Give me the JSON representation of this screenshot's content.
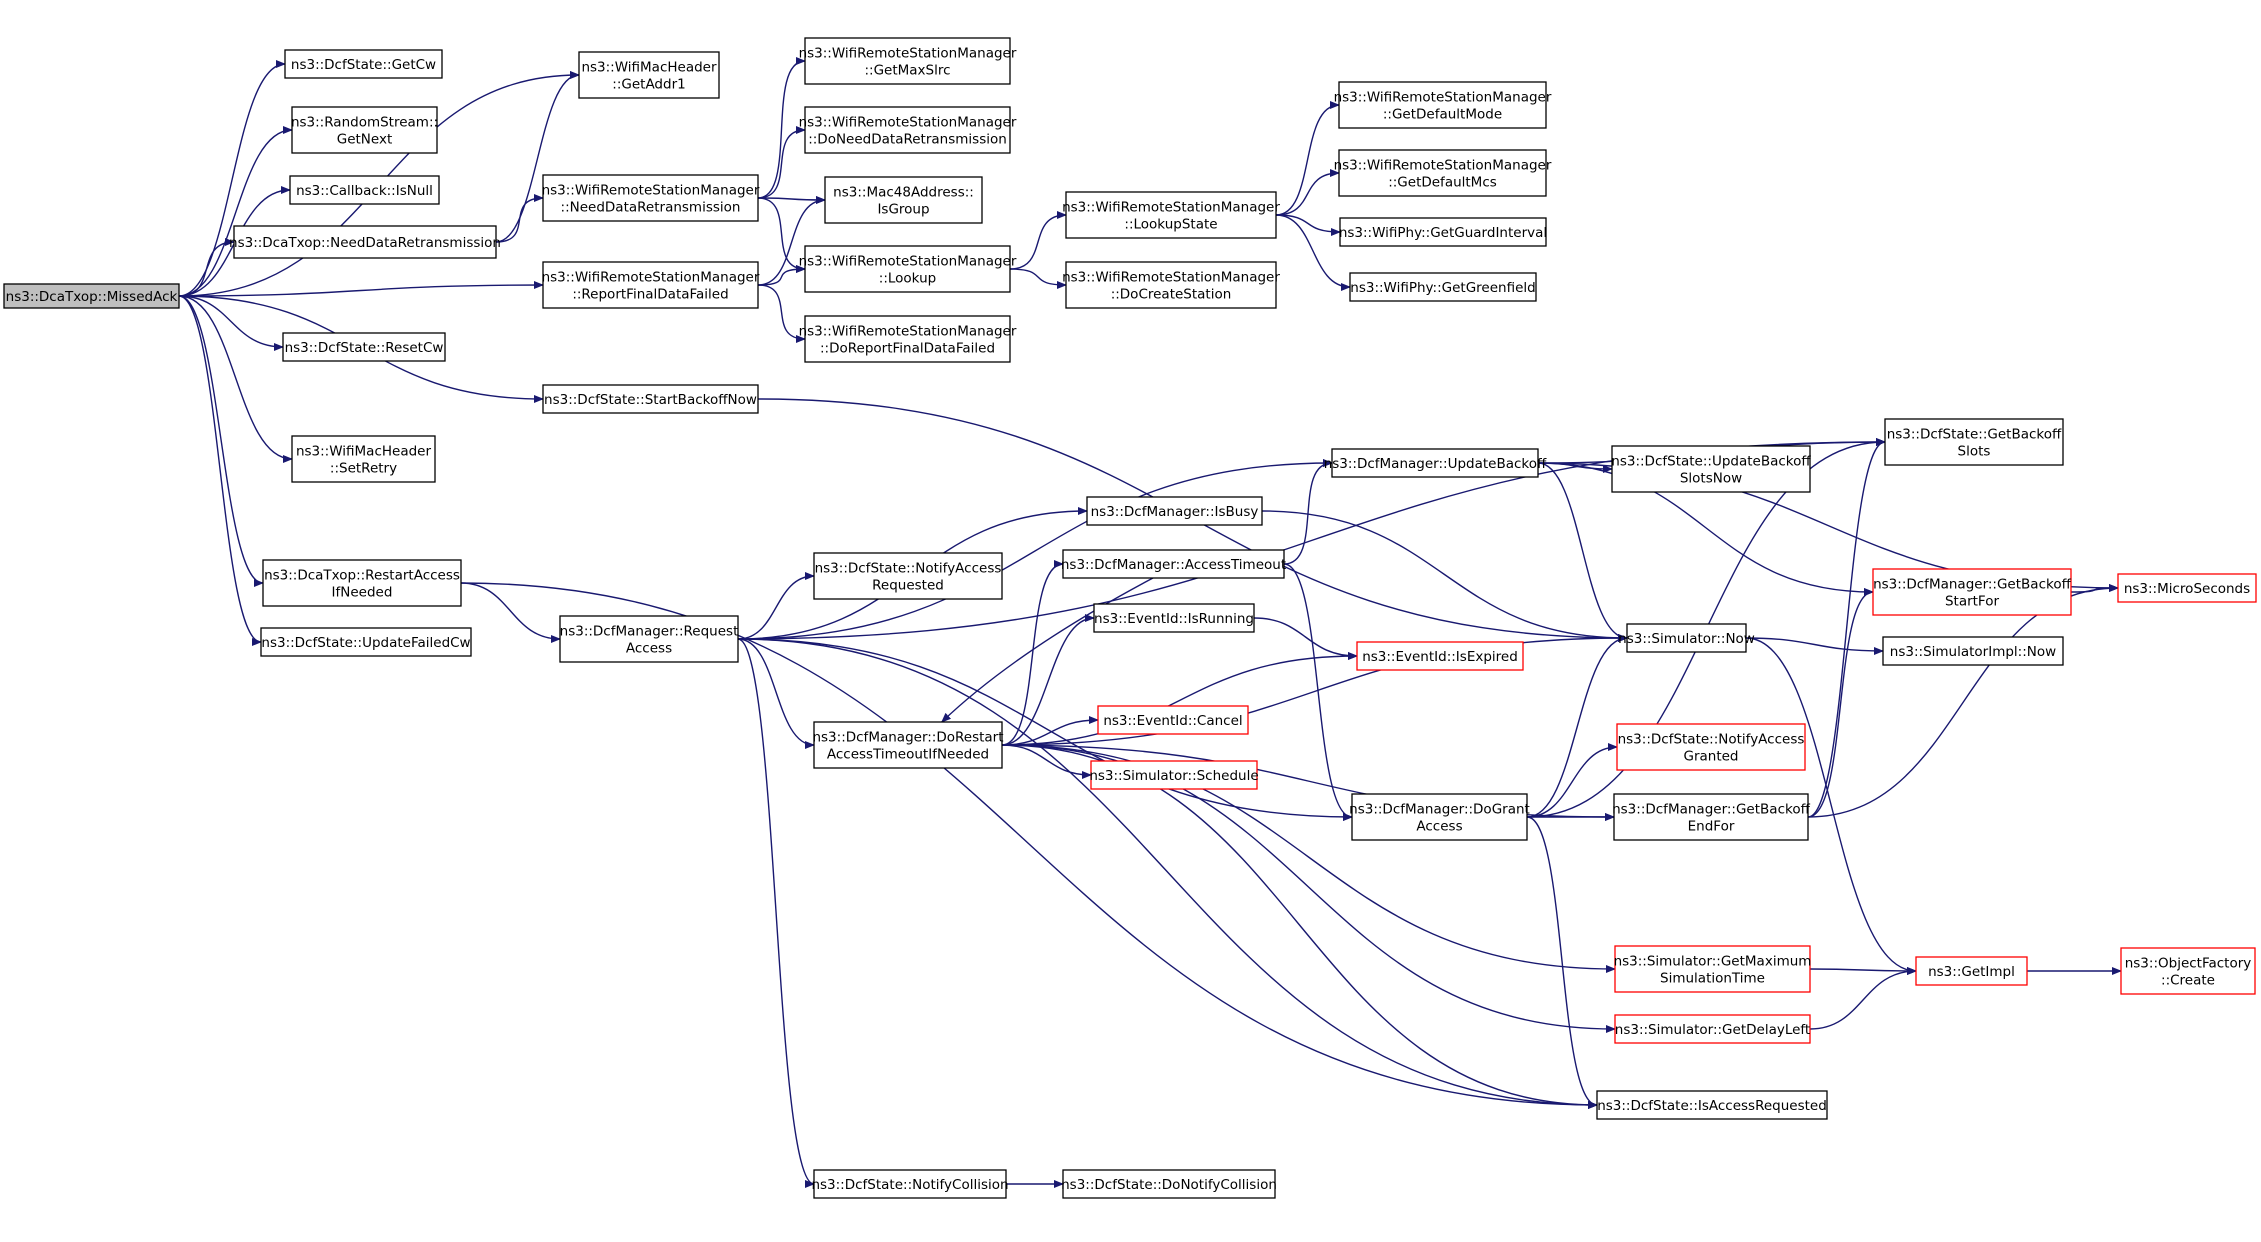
{
  "colors": {
    "edge": "#191970",
    "node_border": "#000000",
    "external_border": "#ff0000",
    "root_fill": "#bfbfbf"
  },
  "nodes": [
    {
      "id": "missedack",
      "lines": [
        "ns3::DcaTxop::MissedAck"
      ],
      "kind": "root"
    },
    {
      "id": "getcw",
      "lines": [
        "ns3::DcfState::GetCw"
      ]
    },
    {
      "id": "getnext",
      "lines": [
        "ns3::RandomStream::",
        "GetNext"
      ]
    },
    {
      "id": "isnull",
      "lines": [
        "ns3::Callback::IsNull"
      ]
    },
    {
      "id": "needdataretx",
      "lines": [
        "ns3::DcaTxop::NeedDataRetransmission"
      ]
    },
    {
      "id": "resetcw",
      "lines": [
        "ns3::DcfState::ResetCw"
      ]
    },
    {
      "id": "setretry",
      "lines": [
        "ns3::WifiMacHeader",
        "::SetRetry"
      ]
    },
    {
      "id": "restartaccess",
      "lines": [
        "ns3::DcaTxop::RestartAccess",
        "IfNeeded"
      ]
    },
    {
      "id": "updatefailedcw",
      "lines": [
        "ns3::DcfState::UpdateFailedCw"
      ]
    },
    {
      "id": "getaddr1",
      "lines": [
        "ns3::WifiMacHeader",
        "::GetAddr1"
      ]
    },
    {
      "id": "wrsm_needdataretx",
      "lines": [
        "ns3::WifiRemoteStationManager",
        "::NeedDataRetransmission"
      ]
    },
    {
      "id": "wrsm_reportfinal",
      "lines": [
        "ns3::WifiRemoteStationManager",
        "::ReportFinalDataFailed"
      ]
    },
    {
      "id": "startbackoffnow",
      "lines": [
        "ns3::DcfState::StartBackoffNow"
      ]
    },
    {
      "id": "dcfm_requestaccess",
      "lines": [
        "ns3::DcfManager::Request",
        "Access"
      ]
    },
    {
      "id": "getmaxslrc",
      "lines": [
        "ns3::WifiRemoteStationManager",
        "::GetMaxSlrc"
      ]
    },
    {
      "id": "doneeddataretx",
      "lines": [
        "ns3::WifiRemoteStationManager",
        "::DoNeedDataRetransmission"
      ]
    },
    {
      "id": "isgroup",
      "lines": [
        "ns3::Mac48Address::",
        "IsGroup"
      ]
    },
    {
      "id": "lookup",
      "lines": [
        "ns3::WifiRemoteStationManager",
        "::Lookup"
      ]
    },
    {
      "id": "doreportfinal",
      "lines": [
        "ns3::WifiRemoteStationManager",
        "::DoReportFinalDataFailed"
      ]
    },
    {
      "id": "notifyaccessreq",
      "lines": [
        "ns3::DcfState::NotifyAccess",
        "Requested"
      ]
    },
    {
      "id": "dorestart",
      "lines": [
        "ns3::DcfManager::DoRestart",
        "AccessTimeoutIfNeeded"
      ]
    },
    {
      "id": "notifycollision",
      "lines": [
        "ns3::DcfState::NotifyCollision"
      ]
    },
    {
      "id": "lookupstate",
      "lines": [
        "ns3::WifiRemoteStationManager",
        "::LookupState"
      ]
    },
    {
      "id": "docreatestation",
      "lines": [
        "ns3::WifiRemoteStationManager",
        "::DoCreateStation"
      ]
    },
    {
      "id": "getdefaultmode",
      "lines": [
        "ns3::WifiRemoteStationManager",
        "::GetDefaultMode"
      ]
    },
    {
      "id": "getdefaultmcs",
      "lines": [
        "ns3::WifiRemoteStationManager",
        "::GetDefaultMcs"
      ]
    },
    {
      "id": "getguardinterval",
      "lines": [
        "ns3::WifiPhy::GetGuardInterval"
      ]
    },
    {
      "id": "getgreenfield",
      "lines": [
        "ns3::WifiPhy::GetGreenfield"
      ]
    },
    {
      "id": "updatebackoff",
      "lines": [
        "ns3::DcfManager::UpdateBackoff"
      ]
    },
    {
      "id": "isbusy",
      "lines": [
        "ns3::DcfManager::IsBusy"
      ]
    },
    {
      "id": "accesstimeout",
      "lines": [
        "ns3::DcfManager::AccessTimeout"
      ]
    },
    {
      "id": "isrunning",
      "lines": [
        "ns3::EventId::IsRunning"
      ]
    },
    {
      "id": "cancel",
      "lines": [
        "ns3::EventId::Cancel"
      ],
      "kind": "external"
    },
    {
      "id": "schedule",
      "lines": [
        "ns3::Simulator::Schedule"
      ],
      "kind": "external"
    },
    {
      "id": "dogrant",
      "lines": [
        "ns3::DcfManager::DoGrant",
        "Access"
      ]
    },
    {
      "id": "donotifycollision",
      "lines": [
        "ns3::DcfState::DoNotifyCollision"
      ]
    },
    {
      "id": "isexpired",
      "lines": [
        "ns3::EventId::IsExpired"
      ],
      "kind": "external"
    },
    {
      "id": "updatebackoffslotsnow",
      "lines": [
        "ns3::DcfState::UpdateBackoff",
        "SlotsNow"
      ]
    },
    {
      "id": "simnow",
      "lines": [
        "ns3::Simulator::Now"
      ]
    },
    {
      "id": "notifyaccessgranted",
      "lines": [
        "ns3::DcfState::NotifyAccess",
        "Granted"
      ],
      "kind": "external"
    },
    {
      "id": "getbackoffendfor",
      "lines": [
        "ns3::DcfManager::GetBackoff",
        "EndFor"
      ]
    },
    {
      "id": "getmaxsimtime",
      "lines": [
        "ns3::Simulator::GetMaximum",
        "SimulationTime"
      ],
      "kind": "external"
    },
    {
      "id": "getdelayleft",
      "lines": [
        "ns3::Simulator::GetDelayLeft"
      ],
      "kind": "external"
    },
    {
      "id": "isaccessrequested",
      "lines": [
        "ns3::DcfState::IsAccessRequested"
      ]
    },
    {
      "id": "getbackoffslots",
      "lines": [
        "ns3::DcfState::GetBackoff",
        "Slots"
      ]
    },
    {
      "id": "getbackoffstartfor",
      "lines": [
        "ns3::DcfManager::GetBackoff",
        "StartFor"
      ],
      "kind": "external"
    },
    {
      "id": "simimplnow",
      "lines": [
        "ns3::SimulatorImpl::Now"
      ]
    },
    {
      "id": "getimpl",
      "lines": [
        "ns3::GetImpl"
      ],
      "kind": "external"
    },
    {
      "id": "microseconds",
      "lines": [
        "ns3::MicroSeconds"
      ],
      "kind": "external"
    },
    {
      "id": "objectfactorycreate",
      "lines": [
        "ns3::ObjectFactory",
        "::Create"
      ],
      "kind": "external"
    }
  ],
  "edges": [
    [
      "missedack",
      "getcw"
    ],
    [
      "missedack",
      "getnext"
    ],
    [
      "missedack",
      "isnull"
    ],
    [
      "missedack",
      "needdataretx"
    ],
    [
      "missedack",
      "getaddr1"
    ],
    [
      "missedack",
      "wrsm_reportfinal"
    ],
    [
      "missedack",
      "resetcw"
    ],
    [
      "missedack",
      "startbackoffnow"
    ],
    [
      "missedack",
      "setretry"
    ],
    [
      "missedack",
      "restartaccess"
    ],
    [
      "missedack",
      "updatefailedcw"
    ],
    [
      "needdataretx",
      "getaddr1"
    ],
    [
      "needdataretx",
      "wrsm_needdataretx"
    ],
    [
      "wrsm_needdataretx",
      "getmaxslrc"
    ],
    [
      "wrsm_needdataretx",
      "doneeddataretx"
    ],
    [
      "wrsm_needdataretx",
      "isgroup"
    ],
    [
      "wrsm_needdataretx",
      "lookup"
    ],
    [
      "wrsm_reportfinal",
      "isgroup"
    ],
    [
      "wrsm_reportfinal",
      "lookup"
    ],
    [
      "wrsm_reportfinal",
      "doreportfinal"
    ],
    [
      "lookup",
      "lookupstate"
    ],
    [
      "lookup",
      "docreatestation"
    ],
    [
      "lookupstate",
      "getdefaultmode"
    ],
    [
      "lookupstate",
      "getdefaultmcs"
    ],
    [
      "lookupstate",
      "getguardinterval"
    ],
    [
      "lookupstate",
      "getgreenfield"
    ],
    [
      "startbackoffnow",
      "simnow"
    ],
    [
      "restartaccess",
      "dcfm_requestaccess"
    ],
    [
      "restartaccess",
      "isaccessrequested"
    ],
    [
      "dcfm_requestaccess",
      "getbackoffslots"
    ],
    [
      "dcfm_requestaccess",
      "updatebackoff"
    ],
    [
      "dcfm_requestaccess",
      "notifyaccessreq"
    ],
    [
      "dcfm_requestaccess",
      "isbusy"
    ],
    [
      "dcfm_requestaccess",
      "dorestart"
    ],
    [
      "dcfm_requestaccess",
      "dogrant"
    ],
    [
      "dcfm_requestaccess",
      "isaccessrequested"
    ],
    [
      "dcfm_requestaccess",
      "notifycollision"
    ],
    [
      "dorestart",
      "accesstimeout"
    ],
    [
      "dorestart",
      "isrunning"
    ],
    [
      "dorestart",
      "isexpired"
    ],
    [
      "dorestart",
      "cancel"
    ],
    [
      "dorestart",
      "schedule"
    ],
    [
      "dorestart",
      "simnow"
    ],
    [
      "dorestart",
      "getbackoffendfor"
    ],
    [
      "dorestart",
      "getmaxsimtime"
    ],
    [
      "dorestart",
      "getdelayleft"
    ],
    [
      "dorestart",
      "isaccessrequested"
    ],
    [
      "accesstimeout",
      "updatebackoff"
    ],
    [
      "accesstimeout",
      "dorestart"
    ],
    [
      "accesstimeout",
      "dogrant"
    ],
    [
      "isbusy",
      "simnow"
    ],
    [
      "isrunning",
      "isexpired"
    ],
    [
      "notifycollision",
      "donotifycollision"
    ],
    [
      "updatebackoff",
      "getbackoffslots"
    ],
    [
      "updatebackoff",
      "updatebackoffslotsnow"
    ],
    [
      "updatebackoff",
      "simnow"
    ],
    [
      "updatebackoff",
      "getbackoffstartfor"
    ],
    [
      "updatebackoff",
      "microseconds"
    ],
    [
      "dogrant",
      "simnow"
    ],
    [
      "dogrant",
      "getbackoffslots"
    ],
    [
      "dogrant",
      "notifyaccessgranted"
    ],
    [
      "dogrant",
      "getbackoffendfor"
    ],
    [
      "dogrant",
      "isaccessrequested"
    ],
    [
      "getbackoffendfor",
      "getbackoffstartfor"
    ],
    [
      "getbackoffendfor",
      "getbackoffslots"
    ],
    [
      "getbackoffendfor",
      "microseconds"
    ],
    [
      "getbackoffstartfor",
      "microseconds"
    ],
    [
      "simnow",
      "simimplnow"
    ],
    [
      "simnow",
      "getimpl"
    ],
    [
      "getmaxsimtime",
      "getimpl"
    ],
    [
      "getdelayleft",
      "getimpl"
    ],
    [
      "getimpl",
      "objectfactorycreate"
    ]
  ]
}
